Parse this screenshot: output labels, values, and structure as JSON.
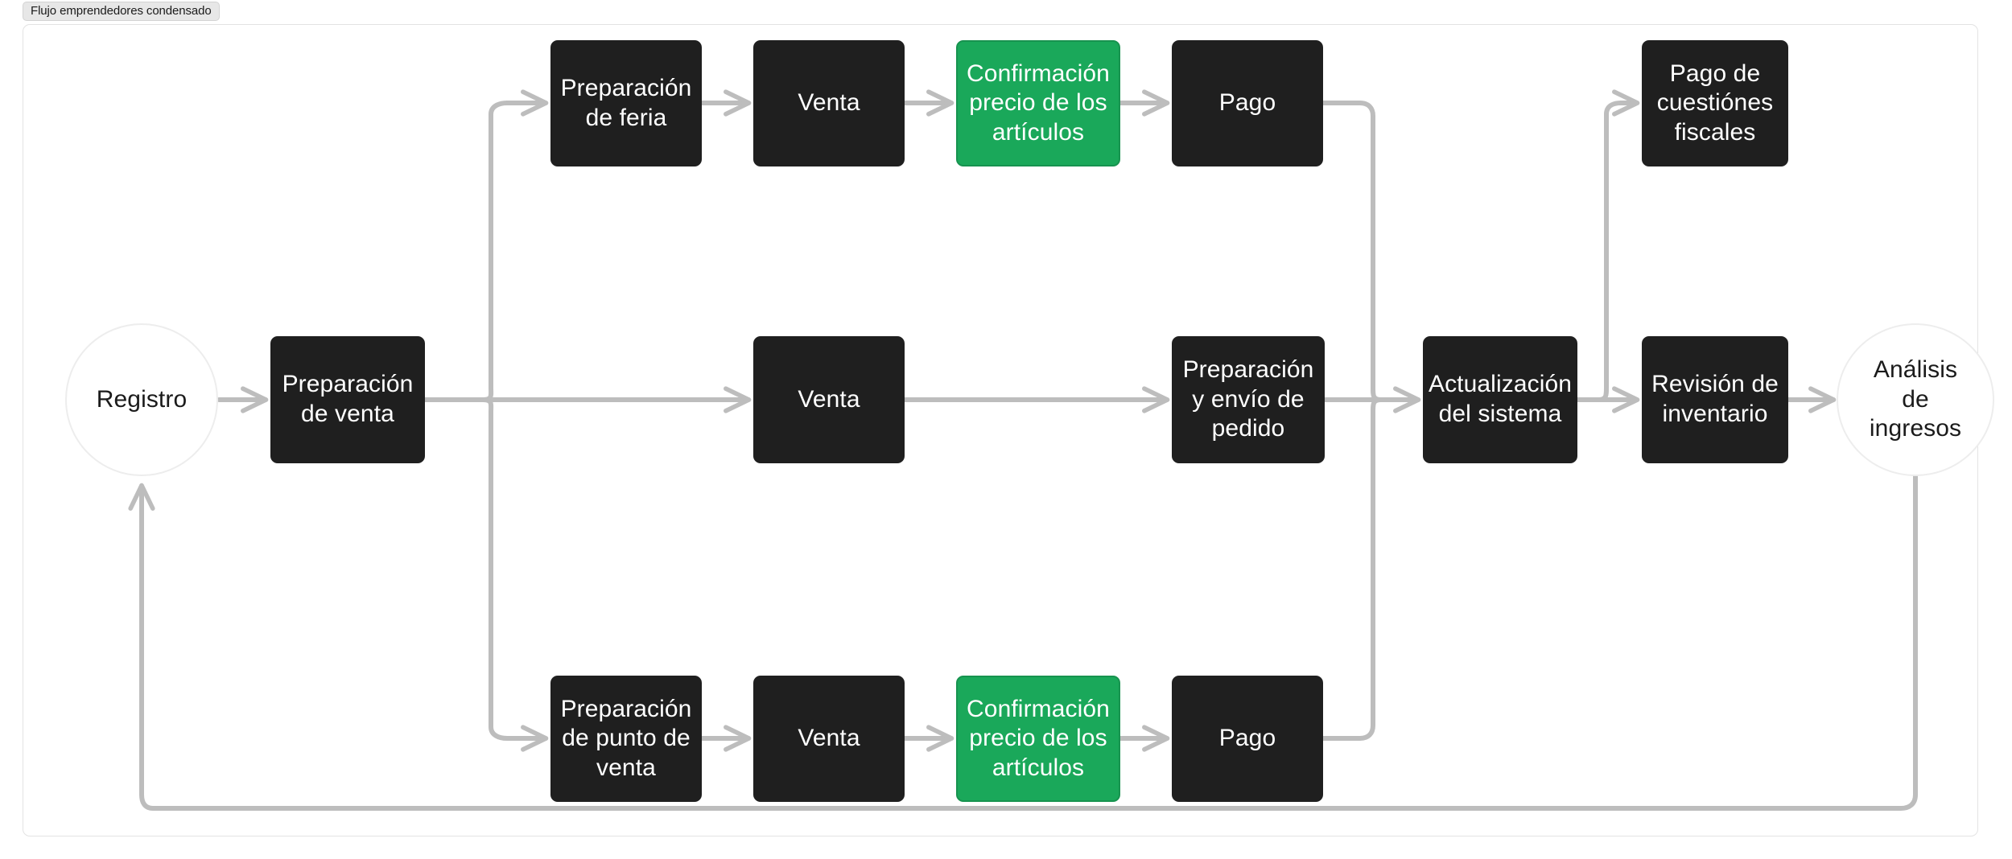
{
  "window": {
    "tab_title": "Flujo emprendedores condensado"
  },
  "colors": {
    "node_dark": "#1f1f1f",
    "node_green": "#1aa85a",
    "node_green_border": "#17934f",
    "edge_gray": "#bdbdbd",
    "terminal_border": "#ededed",
    "canvas_border": "#e3e3e3",
    "background": "#ffffff",
    "text_light": "#ffffff",
    "text_dark": "#1b1b1b"
  },
  "diagram": {
    "type": "flowchart",
    "orientation": "left-to-right",
    "nodes": [
      {
        "id": "registro",
        "label": "Registro",
        "shape": "circle",
        "style": "terminal",
        "row": "middle",
        "col": 0
      },
      {
        "id": "prep_venta",
        "label": "Preparación de venta",
        "shape": "rect",
        "style": "dark",
        "row": "middle",
        "col": 1
      },
      {
        "id": "prep_feria",
        "label": "Preparación de feria",
        "shape": "rect",
        "style": "dark",
        "row": "top",
        "col": 2
      },
      {
        "id": "venta_top",
        "label": "Venta",
        "shape": "rect",
        "style": "dark",
        "row": "top",
        "col": 3
      },
      {
        "id": "conf_top",
        "label": "Confirmación precio de los artículos",
        "shape": "rect",
        "style": "green",
        "row": "top",
        "col": 4
      },
      {
        "id": "pago_top",
        "label": "Pago",
        "shape": "rect",
        "style": "dark",
        "row": "top",
        "col": 5
      },
      {
        "id": "venta_mid",
        "label": "Venta",
        "shape": "rect",
        "style": "dark",
        "row": "middle",
        "col": 3
      },
      {
        "id": "prep_envio",
        "label": "Preparación y envío de pedido",
        "shape": "rect",
        "style": "dark",
        "row": "middle",
        "col": 5
      },
      {
        "id": "prep_pdv",
        "label": "Preparación de punto de venta",
        "shape": "rect",
        "style": "dark",
        "row": "bottom",
        "col": 2
      },
      {
        "id": "venta_bot",
        "label": "Venta",
        "shape": "rect",
        "style": "dark",
        "row": "bottom",
        "col": 3
      },
      {
        "id": "conf_bot",
        "label": "Confirmación precio de los artículos",
        "shape": "rect",
        "style": "green",
        "row": "bottom",
        "col": 4
      },
      {
        "id": "pago_bot",
        "label": "Pago",
        "shape": "rect",
        "style": "dark",
        "row": "bottom",
        "col": 5
      },
      {
        "id": "actualizacion",
        "label": "Actualización del sistema",
        "shape": "rect",
        "style": "dark",
        "row": "middle",
        "col": 6
      },
      {
        "id": "pago_fiscal",
        "label": "Pago de cuestiónes fiscales",
        "shape": "rect",
        "style": "dark",
        "row": "top",
        "col": 7
      },
      {
        "id": "revision",
        "label": "Revisión de inventario",
        "shape": "rect",
        "style": "dark",
        "row": "middle",
        "col": 7
      },
      {
        "id": "analisis",
        "label": "Análisis de ingresos",
        "shape": "ellipse",
        "style": "terminal",
        "row": "middle",
        "col": 8
      }
    ],
    "edges": [
      {
        "from": "registro",
        "to": "prep_venta"
      },
      {
        "from": "prep_venta",
        "to": "prep_feria"
      },
      {
        "from": "prep_venta",
        "to": "venta_mid"
      },
      {
        "from": "prep_venta",
        "to": "prep_pdv"
      },
      {
        "from": "prep_feria",
        "to": "venta_top"
      },
      {
        "from": "venta_top",
        "to": "conf_top"
      },
      {
        "from": "conf_top",
        "to": "pago_top"
      },
      {
        "from": "pago_top",
        "to": "actualizacion"
      },
      {
        "from": "venta_mid",
        "to": "prep_envio"
      },
      {
        "from": "prep_envio",
        "to": "actualizacion"
      },
      {
        "from": "prep_pdv",
        "to": "venta_bot"
      },
      {
        "from": "venta_bot",
        "to": "conf_bot"
      },
      {
        "from": "conf_bot",
        "to": "pago_bot"
      },
      {
        "from": "pago_bot",
        "to": "actualizacion"
      },
      {
        "from": "actualizacion",
        "to": "pago_fiscal"
      },
      {
        "from": "actualizacion",
        "to": "revision"
      },
      {
        "from": "revision",
        "to": "analisis"
      },
      {
        "from": "analisis",
        "to": "registro"
      }
    ]
  },
  "node_labels": {
    "registro": "Registro",
    "prep_venta_l1": "Preparación",
    "prep_venta_l2": "de venta",
    "prep_feria_l1": "Preparación",
    "prep_feria_l2": "de feria",
    "venta_top": "Venta",
    "conf_top_l1": "Confirmación",
    "conf_top_l2": "precio de los",
    "conf_top_l3": "artículos",
    "pago_top": "Pago",
    "venta_mid": "Venta",
    "prep_envio_l1": "Preparación",
    "prep_envio_l2": "y envío de",
    "prep_envio_l3": "pedido",
    "prep_pdv_l1": "Preparación",
    "prep_pdv_l2": "de punto de",
    "prep_pdv_l3": "venta",
    "venta_bot": "Venta",
    "conf_bot_l1": "Confirmación",
    "conf_bot_l2": "precio de los",
    "conf_bot_l3": "artículos",
    "pago_bot": "Pago",
    "actualizacion_l1": "Actualización",
    "actualizacion_l2": "del sistema",
    "pago_fiscal_l1": "Pago de",
    "pago_fiscal_l2": "cuestiónes",
    "pago_fiscal_l3": "fiscales",
    "revision_l1": "Revisión de",
    "revision_l2": "inventario",
    "analisis_l1": "Análisis",
    "analisis_l2": "de",
    "analisis_l3": "ingresos"
  }
}
